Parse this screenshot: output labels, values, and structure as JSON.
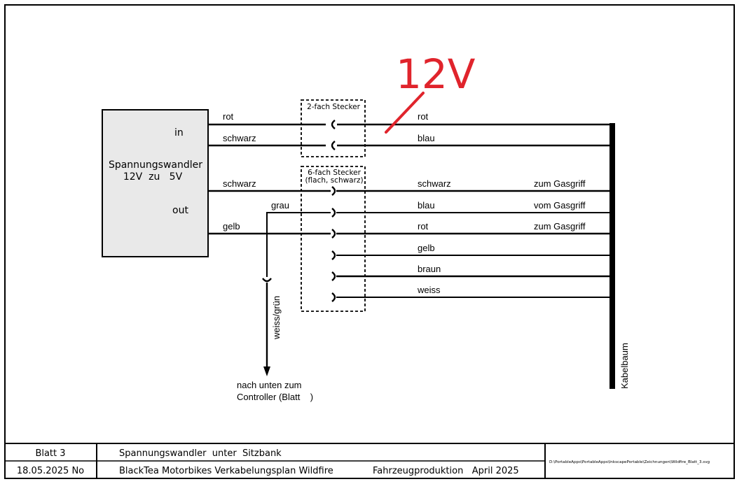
{
  "annotation": {
    "text": "12V",
    "color": "#e0242c"
  },
  "converter": {
    "title_line1": "Spannungswandler",
    "title_line2": "12V  zu   5V",
    "in_label": "in",
    "out_label": "out",
    "fill_color": "#e9e9e9"
  },
  "connector_2": {
    "label": "2-fach Stecker"
  },
  "connector_6": {
    "label_line1": "6-fach Stecker",
    "label_line2": "(flach, schwarz)"
  },
  "left_wires": {
    "rot": "rot",
    "schwarz_in": "schwarz",
    "schwarz_out": "schwarz",
    "grau": "grau",
    "gelb": "gelb"
  },
  "right_wires": [
    {
      "color": "rot",
      "dest": ""
    },
    {
      "color": "blau",
      "dest": ""
    },
    {
      "color": "schwarz",
      "dest": "zum Gasgriff"
    },
    {
      "color": "blau",
      "dest": "vom Gasgriff"
    },
    {
      "color": "rot",
      "dest": "zum Gasgriff"
    },
    {
      "color": "gelb",
      "dest": ""
    },
    {
      "color": "braun",
      "dest": ""
    },
    {
      "color": "weiss",
      "dest": ""
    }
  ],
  "down_wire": {
    "color_label": "weiss/grün",
    "note_line1": "nach unten zum",
    "note_line2": "Controller (Blatt    )"
  },
  "harness_label": "Kabelbaum",
  "title_block": {
    "sheet": "Blatt 3",
    "date": "18.05.2025 No",
    "subtitle": "Spannungswandler  unter  Sitzbank",
    "project": "BlackTea Motorbikes Verkabelungsplan Wildfire",
    "production": "Fahrzeugproduktion   April 2025",
    "file_path": "D:\\PortableApps\\PortableApps\\InkscapePortable\\Zeichnungen\\Wildfire_Blatt_3.svg"
  }
}
